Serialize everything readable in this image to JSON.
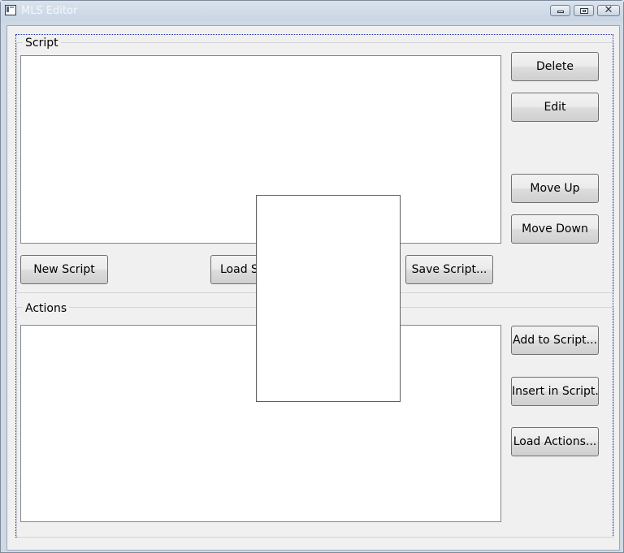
{
  "window": {
    "title": "MLS Editor"
  },
  "script_group": {
    "title": "Script",
    "buttons": {
      "delete": "Delete",
      "edit": "Edit",
      "move_up": "Move Up",
      "move_down": "Move Down",
      "new_script": "New Script",
      "load_script": "Load Script...",
      "save_script": "Save Script..."
    }
  },
  "actions_group": {
    "title": "Actions",
    "buttons": {
      "add_to_script": "Add to Script...",
      "insert_in_script": "Insert in Script...",
      "load_actions": "Load Actions..."
    }
  },
  "icons": {
    "app": "app-window-icon",
    "minimize": "minimize-icon",
    "maximize": "maximize-icon",
    "close": "close-icon"
  },
  "colors": {
    "title_text": "#f4f7fb",
    "client_bg": "#f0f0f0",
    "focus_dots": "#1a2ea8"
  }
}
